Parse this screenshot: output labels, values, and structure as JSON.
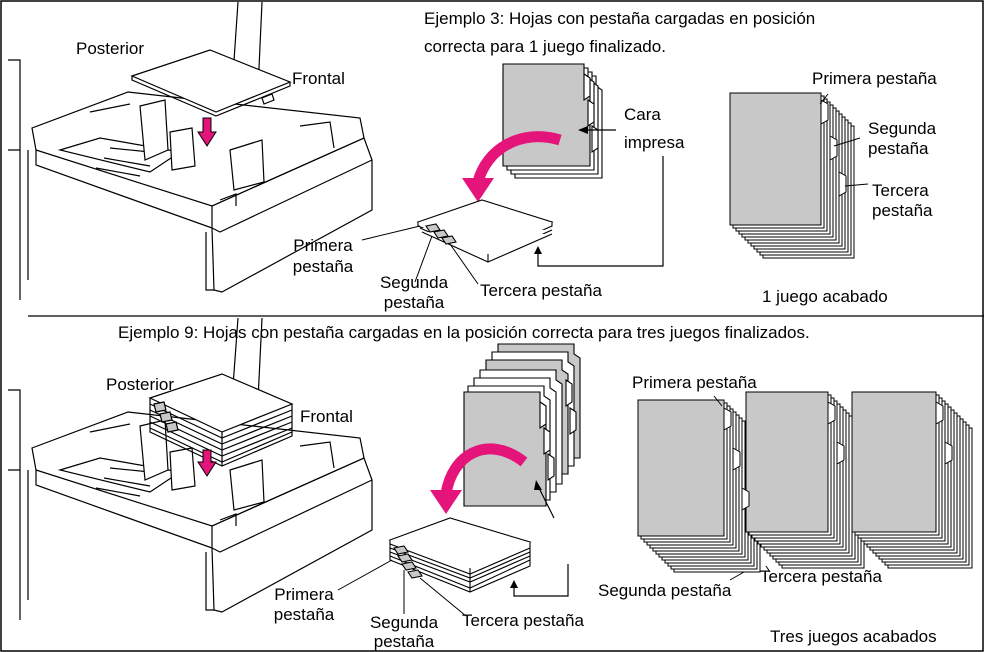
{
  "colors": {
    "arrow_magenta": "#e5147a",
    "sheet_gray": "#c8c8c8",
    "line": "#000000"
  },
  "panel1": {
    "heading_line1": "Ejemplo 3: Hojas con pestaña cargadas en posición",
    "heading_line2": "correcta para 1 juego finalizado.",
    "posterior": "Posterior",
    "frontal": "Frontal",
    "cara": "Cara",
    "impresa": "impresa",
    "primera_a": "Primera",
    "primera_b": "pestaña",
    "segunda_a": "Segunda",
    "segunda_b": "pestaña",
    "tercera": "Tercera pestaña",
    "right_primera": "Primera pestaña",
    "right_segunda_a": "Segunda",
    "right_segunda_b": "pestaña",
    "right_tercera_a": "Tercera",
    "right_tercera_b": "pestaña",
    "result": "1 juego acabado"
  },
  "panel2": {
    "heading": "Ejemplo 9: Hojas con pestaña cargadas en la posición correcta para tres juegos finalizados.",
    "posterior": "Posterior",
    "frontal": "Frontal",
    "primera_a": "Primera",
    "primera_b": "pestaña",
    "segunda_a": "Segunda",
    "segunda_b": "pestaña",
    "tercera": "Tercera pestaña",
    "right_primera": "Primera pestaña",
    "right_tercera": "Tercera pestaña",
    "right_segunda": "Segunda pestaña",
    "result": "Tres juegos acabados"
  }
}
